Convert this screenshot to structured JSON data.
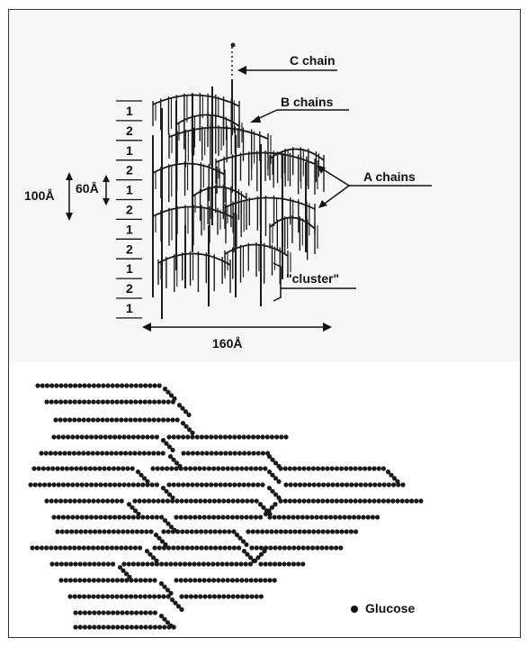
{
  "top": {
    "labels": {
      "c_chain": "C chain",
      "b_chains": "B chains",
      "a_chains": "A chains",
      "cluster": "\"cluster\"",
      "dim_100": "100Å",
      "dim_60": "60Å",
      "dim_160": "160Å"
    },
    "lamella_numbers": [
      "1",
      "2",
      "1",
      "2",
      "1",
      "2",
      "1",
      "2",
      "1",
      "2",
      "1"
    ]
  },
  "bottom": {
    "legend_label": "Glucose"
  },
  "colors": {
    "ink": "#111111",
    "panel": "#f7f7f7"
  }
}
